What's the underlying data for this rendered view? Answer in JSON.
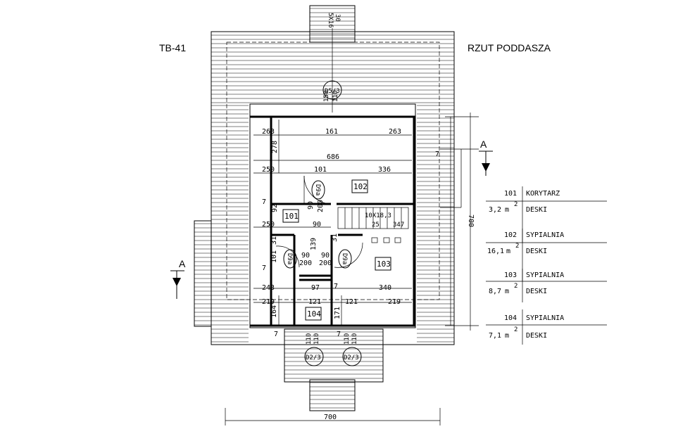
{
  "header": {
    "drawing_code": "TB-41",
    "plan_title": "RZUT PODDASZA"
  },
  "chimney": {
    "label": "5X16",
    "label2": "30"
  },
  "windows": {
    "top": "D5/3",
    "bottom_left": "D2/3",
    "bottom_right": "D2/3",
    "top_dims": [
      "150",
      "110"
    ],
    "bottom_dims": [
      "110",
      "110",
      "110",
      "110"
    ]
  },
  "doors": [
    "D9a",
    "D9a",
    "D9a"
  ],
  "rooms": [
    "101",
    "102",
    "103",
    "104"
  ],
  "stairs": {
    "label": "10X18,3",
    "dim_a": "25",
    "dim_b": "347"
  },
  "dimensions": {
    "row1": [
      "263",
      "161",
      "263"
    ],
    "vert_278": "278",
    "overall_686": "686",
    "row2": [
      "250",
      "101",
      "336"
    ],
    "left_7a": "7",
    "left_7b": "7",
    "v92": "92",
    "v90": "90",
    "v200": "200",
    "row3": [
      "250",
      "90"
    ],
    "v139": "139",
    "v31a": "31",
    "v31b": "31",
    "v101": "101",
    "door_90a": "90",
    "door_200a": "200",
    "door_90b": "90",
    "door_200b": "200",
    "row4": [
      "243",
      "97",
      "7",
      "340"
    ],
    "row5": [
      "219",
      "121",
      "121",
      "219"
    ],
    "v164": "164",
    "v171": "171",
    "bottom_7a": "7",
    "bottom_7b": "7",
    "right_700": "700",
    "bottom_700": "700",
    "right_7": "7"
  },
  "section": {
    "label_right": "A",
    "label_left": "A"
  },
  "legend": [
    {
      "no": "101",
      "name": "KORYTARZ",
      "area": "3,2",
      "unit": "m",
      "sup": "2",
      "floor": "DESKI"
    },
    {
      "no": "102",
      "name": "SYPIALNIA",
      "area": "16,1",
      "unit": "m",
      "sup": "2",
      "floor": "DESKI"
    },
    {
      "no": "103",
      "name": "SYPIALNIA",
      "area": "8,7",
      "unit": "m",
      "sup": "2",
      "floor": "DESKI"
    },
    {
      "no": "104",
      "name": "SYPIALNIA",
      "area": "7,1",
      "unit": "m",
      "sup": "2",
      "floor": "DESKI"
    }
  ]
}
